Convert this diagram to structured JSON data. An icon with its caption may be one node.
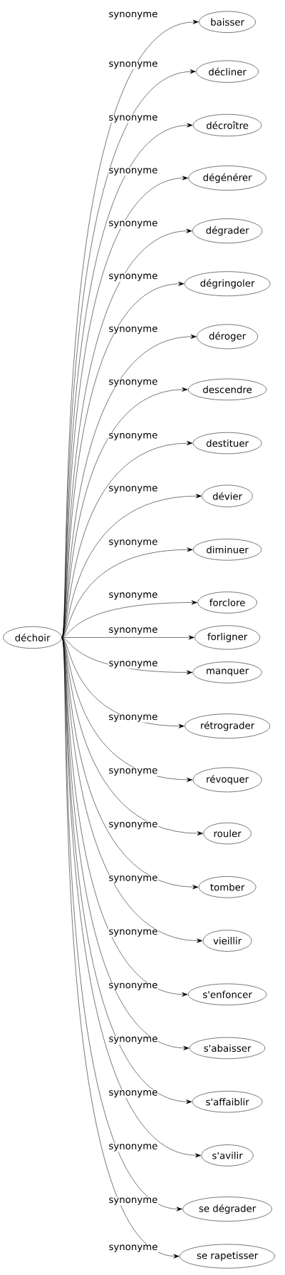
{
  "diagram": {
    "nodes": [
      {
        "text": [
          "déchoir"
        ]
      },
      {
        "text": [
          "baisser"
        ]
      },
      {
        "text": [
          "décliner"
        ]
      },
      {
        "text": [
          "décroître"
        ]
      },
      {
        "text": [
          "dégénérer"
        ]
      },
      {
        "text": [
          "dégrader"
        ]
      },
      {
        "text": [
          "dégringoler"
        ]
      },
      {
        "text": [
          "déroger"
        ]
      },
      {
        "text": [
          "descendre"
        ]
      },
      {
        "text": [
          "destituer"
        ]
      },
      {
        "text": [
          "dévier"
        ]
      },
      {
        "text": [
          "diminuer"
        ]
      },
      {
        "text": [
          "forclore"
        ]
      },
      {
        "text": [
          "forligner"
        ]
      },
      {
        "text": [
          "manquer"
        ]
      },
      {
        "text": [
          "rétrograder"
        ]
      },
      {
        "text": [
          "révoquer"
        ]
      },
      {
        "text": [
          "rouler"
        ]
      },
      {
        "text": [
          "tomber"
        ]
      },
      {
        "text": [
          "vieillir"
        ]
      },
      {
        "text": [
          "s'enfoncer"
        ]
      },
      {
        "text": [
          "s'abaisser"
        ]
      },
      {
        "text": [
          "s'affaiblir"
        ]
      },
      {
        "text": [
          "s'avilir"
        ]
      },
      {
        "text": [
          "se dégrader"
        ]
      },
      {
        "text": [
          "se rapetisser"
        ]
      }
    ],
    "edges": [
      {
        "from": 0,
        "to": 1,
        "arrow": "to",
        "label": "synonyme"
      },
      {
        "from": 0,
        "to": 2,
        "arrow": "to",
        "label": "synonyme"
      },
      {
        "from": 0,
        "to": 3,
        "arrow": "to",
        "label": "synonyme"
      },
      {
        "from": 0,
        "to": 4,
        "arrow": "to",
        "label": "synonyme"
      },
      {
        "from": 0,
        "to": 5,
        "arrow": "to",
        "label": "synonyme"
      },
      {
        "from": 0,
        "to": 6,
        "arrow": "to",
        "label": "synonyme"
      },
      {
        "from": 0,
        "to": 7,
        "arrow": "to",
        "label": "synonyme"
      },
      {
        "from": 0,
        "to": 8,
        "arrow": "to",
        "label": "synonyme"
      },
      {
        "from": 0,
        "to": 9,
        "arrow": "to",
        "label": "synonyme"
      },
      {
        "from": 0,
        "to": 10,
        "arrow": "to",
        "label": "synonyme"
      },
      {
        "from": 0,
        "to": 11,
        "arrow": "to",
        "label": "synonyme"
      },
      {
        "from": 0,
        "to": 12,
        "arrow": "to",
        "label": "synonyme"
      },
      {
        "from": 0,
        "to": 13,
        "arrow": "to",
        "label": "synonyme"
      },
      {
        "from": 0,
        "to": 14,
        "arrow": "to",
        "label": "synonyme"
      },
      {
        "from": 0,
        "to": 15,
        "arrow": "to",
        "label": "synonyme"
      },
      {
        "from": 0,
        "to": 16,
        "arrow": "to",
        "label": "synonyme"
      },
      {
        "from": 0,
        "to": 17,
        "arrow": "to",
        "label": "synonyme"
      },
      {
        "from": 0,
        "to": 18,
        "arrow": "to",
        "label": "synonyme"
      },
      {
        "from": 0,
        "to": 19,
        "arrow": "to",
        "label": "synonyme"
      },
      {
        "from": 0,
        "to": 20,
        "arrow": "to",
        "label": "synonyme"
      },
      {
        "from": 0,
        "to": 21,
        "arrow": "to",
        "label": "synonyme"
      },
      {
        "from": 0,
        "to": 22,
        "arrow": "to",
        "label": "synonyme"
      },
      {
        "from": 0,
        "to": 23,
        "arrow": "to",
        "label": "synonyme"
      },
      {
        "from": 0,
        "to": 24,
        "arrow": "to",
        "label": "synonyme"
      },
      {
        "from": 0,
        "to": 25,
        "arrow": "to",
        "label": "synonyme"
      }
    ]
  }
}
